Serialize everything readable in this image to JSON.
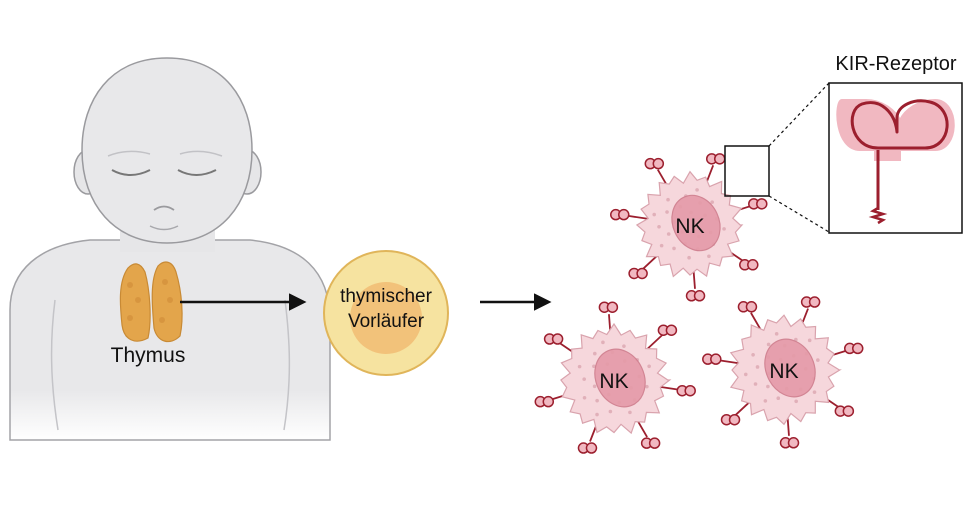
{
  "diagram": {
    "labels": {
      "thymus": "Thymus",
      "precursor_line1": "thymischer",
      "precursor_line2": "Vorläufer",
      "nk_cell": "NK",
      "receptor": "KIR-Rezeptor"
    },
    "colors": {
      "skin": "#e7e7e9",
      "skin_outline": "#9a9a9e",
      "thymus": "#e3a54b",
      "precursor_outer": "#f6e3a0",
      "precursor_inner": "#f2c27a",
      "nk_body": "#f6d7dc",
      "nk_nucleus": "#e59aa8",
      "receptor": "#9c1f2e",
      "receptor_fill": "#f1b8c1"
    }
  }
}
